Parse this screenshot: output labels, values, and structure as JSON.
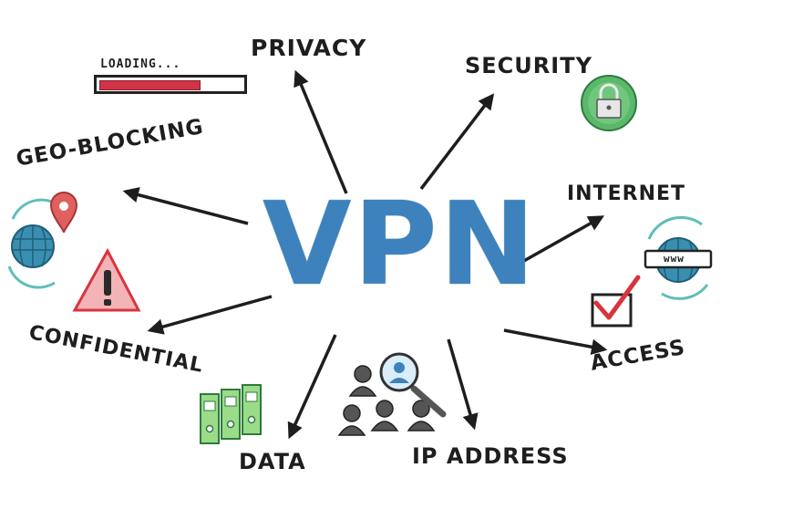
{
  "center": {
    "title": "VPN",
    "color": "#3d82bd"
  },
  "loading": {
    "text": "LOADING...",
    "progress": 0.7,
    "fill_color": "#d13447"
  },
  "labels": {
    "privacy": "PRIVACY",
    "security": "SECURITY",
    "geo_blocking": "GEO-BLOCKING",
    "internet": "INTERNET",
    "confidential": "CONFIDENTIAL",
    "access": "ACCESS",
    "data": "DATA",
    "ip_address": "IP ADDRESS"
  },
  "icons": {
    "security": "padlock-icon",
    "internet": "www-globe-icon",
    "geo_blocking": "location-globe-icon",
    "confidential": "warning-triangle-icon",
    "access": "checkbox-icon",
    "data": "binders-icon",
    "ip_address": "people-magnifier-icon"
  },
  "internet_badge": "www",
  "colors": {
    "arrow": "#1e1e1e",
    "green": "#4caf50",
    "red": "#d9343d",
    "teal": "#5fbfb8",
    "globe": "#3a8fb0"
  }
}
